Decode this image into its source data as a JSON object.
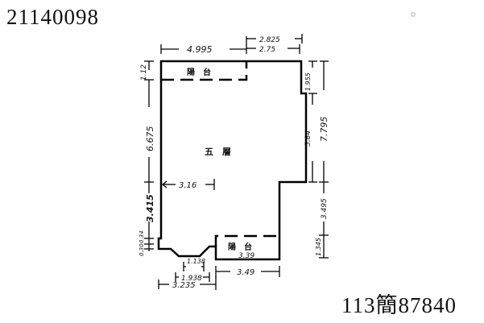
{
  "header": {
    "code": "21140098"
  },
  "footer": {
    "code": "113簡87840"
  },
  "plan": {
    "rooms": {
      "main": "五　層",
      "balcony_top": "陽　台",
      "balcony_bottom": "陽　台"
    },
    "dimensions": {
      "top_width": "4.995",
      "top_right_outer": "2.825",
      "top_right_inner": "2.75",
      "left_top": "1.12",
      "left_mid": "6.675",
      "left_lower": "3.415",
      "left_bottom_a": "0.34",
      "left_bottom_b": "0.30",
      "right_top": "1.955",
      "right_mid": "5.84",
      "right_total": "7.795",
      "right_lower": "3.495",
      "right_bottom": "1.345",
      "interior_width": "3.16",
      "bottom_notch_inner": "1.138",
      "bottom_notch_outer": "1.938",
      "bottom_left_total": "3.235",
      "bottom_balcony_inner": "3.39",
      "bottom_balcony_outer": "3.49"
    }
  }
}
